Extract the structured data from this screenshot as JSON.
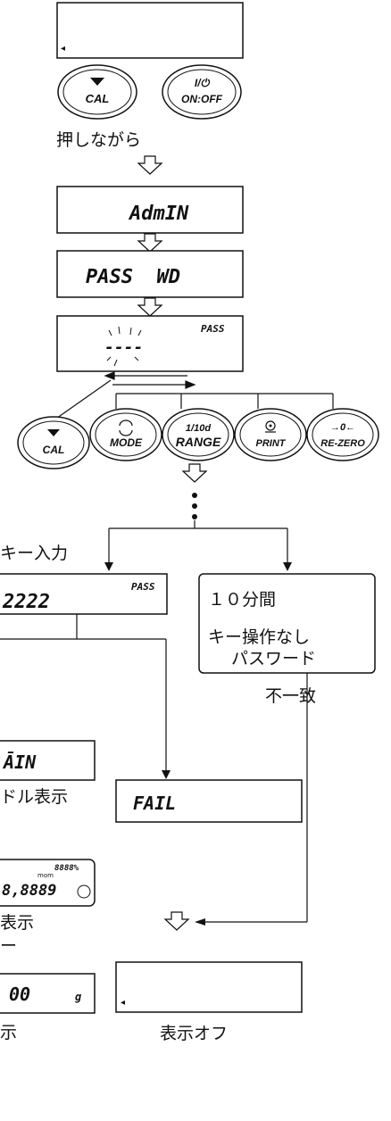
{
  "top_display": {
    "indicator": "◂"
  },
  "buttons_top": {
    "cal": "CAL",
    "power_symbol": "I/⏻",
    "onoff": "ON:OFF"
  },
  "press_while_label": "押しながら",
  "display_admin": "AdmIN",
  "display_pass_wd": "PASS  WD",
  "display_entry": {
    "tag": "PASS",
    "dashes": "----"
  },
  "buttons_row": {
    "cal": "CAL",
    "mode": "MODE",
    "range_top": "1/10d",
    "range": "RANGE",
    "print": "PRINT",
    "rezero_top": "→0←",
    "rezero": "RE-ZERO"
  },
  "key_input_label": "キー入力",
  "display_typed": {
    "value": "2222",
    "tag": "PASS"
  },
  "timeout_box": {
    "line1": "１０分間",
    "line2": "キー操作なし"
  },
  "mismatch_label": {
    "line1": "パスワード",
    "line2": "不一致"
  },
  "left_partial": {
    "admin_display": "ĀIN",
    "symbol_caption": "ドル表示",
    "lcd_top": "8888%",
    "lcd_mid": "mom",
    "lcd_digits": "8,8889",
    "caption_a": "表示",
    "caption_b": "ー",
    "weight_display": "00",
    "weight_unit": "g",
    "weight_caption": "示"
  },
  "display_fail": "FAIL",
  "display_off": {
    "indicator": "◂",
    "caption": "表示オフ"
  },
  "colors": {
    "line": "#111111",
    "background": "#ffffff"
  },
  "icons": [
    "down-triangle-icon",
    "power-icon",
    "cycle-icon",
    "print-icon",
    "down-arrow-icon"
  ]
}
